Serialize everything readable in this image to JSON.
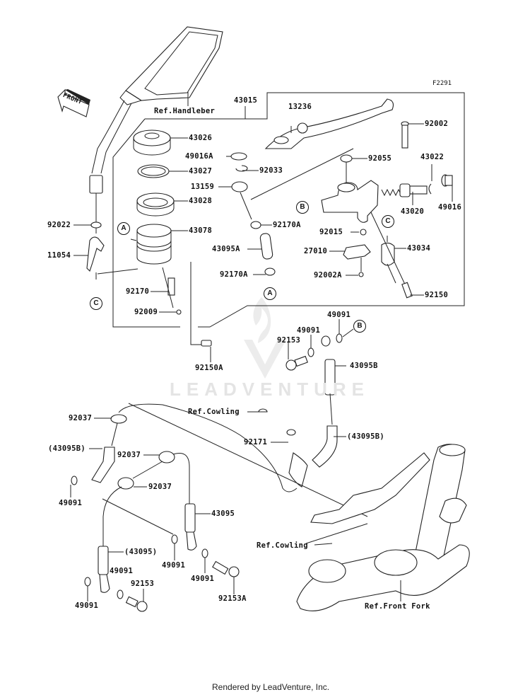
{
  "diagram": {
    "figure_code": "F2291",
    "watermark": "LEADVENTURE",
    "footer": "Rendered by LeadVenture, Inc.",
    "front_arrow_label": "FRONT",
    "group_label": "43015",
    "callouts": [
      "A",
      "B",
      "C"
    ],
    "parts": [
      {
        "id": "13236",
        "name": "lever"
      },
      {
        "id": "92002",
        "name": "lever-pivot-bolt"
      },
      {
        "id": "43026",
        "name": "reservoir-cap"
      },
      {
        "id": "49016A",
        "name": "washer"
      },
      {
        "id": "43027",
        "name": "plate"
      },
      {
        "id": "92033",
        "name": "circlip"
      },
      {
        "id": "92055",
        "name": "o-ring"
      },
      {
        "id": "43022",
        "name": "circlip"
      },
      {
        "id": "43028",
        "name": "diaphragm"
      },
      {
        "id": "13159",
        "name": "fitting"
      },
      {
        "id": "43020",
        "name": "piston-set"
      },
      {
        "id": "49016",
        "name": "dust-boot"
      },
      {
        "id": "92170A",
        "name": "hose-clamp"
      },
      {
        "id": "43078",
        "name": "reservoir"
      },
      {
        "id": "92015",
        "name": "nut"
      },
      {
        "id": "43034",
        "name": "holder"
      },
      {
        "id": "43095A",
        "name": "reservoir-hose"
      },
      {
        "id": "27010",
        "name": "switch"
      },
      {
        "id": "92002A",
        "name": "screw"
      },
      {
        "id": "92150",
        "name": "bolt"
      },
      {
        "id": "92022",
        "name": "washer"
      },
      {
        "id": "11054",
        "name": "bracket"
      },
      {
        "id": "92170",
        "name": "clamp"
      },
      {
        "id": "92009",
        "name": "screw"
      },
      {
        "id": "92150A",
        "name": "bolt"
      },
      {
        "id": "49091",
        "name": "gasket"
      },
      {
        "id": "92153",
        "name": "banjo-bolt"
      },
      {
        "id": "43095B",
        "name": "brake-hose"
      },
      {
        "id": "92037",
        "name": "hose-clamp"
      },
      {
        "id": "92171",
        "name": "clamp"
      },
      {
        "id": "43095",
        "name": "brake-hose"
      },
      {
        "id": "92153A",
        "name": "banjo-bolt"
      }
    ],
    "labels": {
      "ref_handleber": "Ref.Handleber",
      "l43015": "43015",
      "l13236": "13236",
      "l92002": "92002",
      "l43026": "43026",
      "l49016A": "49016A",
      "l43027": "43027",
      "l92033": "92033",
      "l92055": "92055",
      "l43022": "43022",
      "l13159": "13159",
      "l43028": "43028",
      "l43020": "43020",
      "l49016": "49016",
      "l92170A_1": "92170A",
      "l92022": "92022",
      "l43078": "43078",
      "l92015": "92015",
      "l43034": "43034",
      "l11054": "11054",
      "l43095A": "43095A",
      "l27010": "27010",
      "l92170A_2": "92170A",
      "l92002A": "92002A",
      "l92170": "92170",
      "l92150": "92150",
      "l92009": "92009",
      "l49091_1": "49091",
      "l49091_2": "49091",
      "l92153_1": "92153",
      "l43095B": "43095B",
      "l92150A": "92150A",
      "ref_cowling_1": "Ref.Cowling",
      "l92037_1": "92037",
      "l92171": "92171",
      "l43095B_paren_1": "(43095B)",
      "l43095B_paren_2": "(43095B)",
      "l92037_2": "92037",
      "l92037_3": "92037",
      "l49091_3": "49091",
      "l43095": "43095",
      "ref_cowling_2": "Ref.Cowling",
      "l43095_paren": "(43095)",
      "l49091_4": "49091",
      "l49091_5": "49091",
      "l49091_6": "49091",
      "l92153_2": "92153",
      "l92153A": "92153A",
      "l49091_7": "49091",
      "ref_front_fork": "Ref.Front Fork"
    }
  }
}
